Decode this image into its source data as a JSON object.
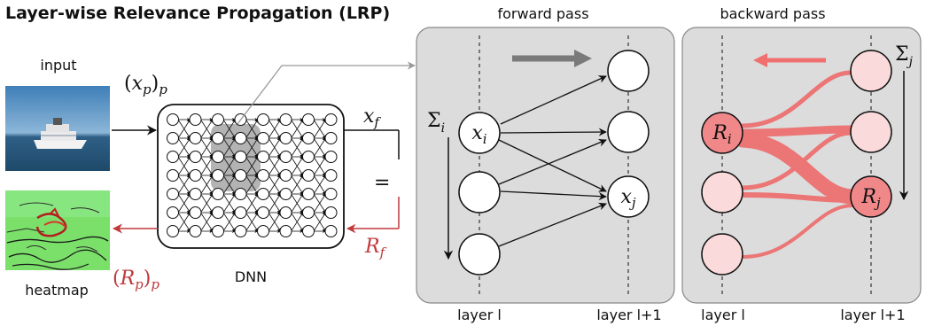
{
  "title": "Layer-wise Relevance Propagation (LRP)",
  "left": {
    "input_label": "input",
    "heatmap_label": "heatmap",
    "dnn_label": "DNN",
    "xp_label": "(x_p)_p",
    "xf_label": "x_f",
    "equals": "=",
    "rf_label": "R_f",
    "rp_label": "(R_p)_p"
  },
  "forward": {
    "header": "forward pass",
    "layer_left": "layer l",
    "layer_right": "layer l+1",
    "sum_label": "Σ_i",
    "xi_label": "x_i",
    "xj_label": "x_j"
  },
  "backward": {
    "header": "backward pass",
    "layer_left": "layer l",
    "layer_right": "layer l+1",
    "sum_label": "Σ_j",
    "ri_label": "R_i",
    "rj_label": "R_j"
  },
  "colors": {
    "relevance_red": "#c0393b",
    "relevance_light": "#f07070",
    "node_fill_light": "#fadada",
    "node_fill_mid": "#f0888a",
    "panel_bg": "#dcdcdc"
  },
  "icons": {
    "input_image": "cruise-ship-photo",
    "heatmap_image": "relevance-heatmap"
  }
}
